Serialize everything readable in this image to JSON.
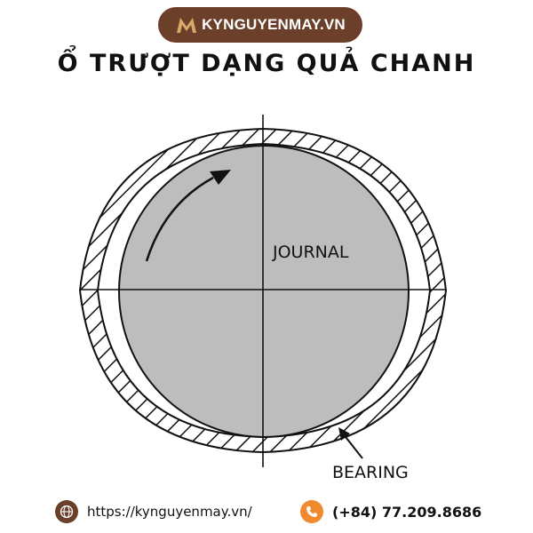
{
  "header": {
    "brand": "KYNGUYENMAY.VN",
    "title": "Ổ TRƯỢT DẠNG QUẢ CHANH"
  },
  "diagram": {
    "journal_label": "JOURNAL",
    "bearing_label": "BEARING",
    "colors": {
      "journal_fill": "#bdbdbd",
      "line": "#111111",
      "brand": "#6b3f2a",
      "phone_accent": "#f08a2c"
    }
  },
  "footer": {
    "website": "https://kynguyenmay.vn/",
    "phone": "(+84) 77.209.8686",
    "website_icon": "globe-icon",
    "phone_icon": "phone-icon"
  }
}
